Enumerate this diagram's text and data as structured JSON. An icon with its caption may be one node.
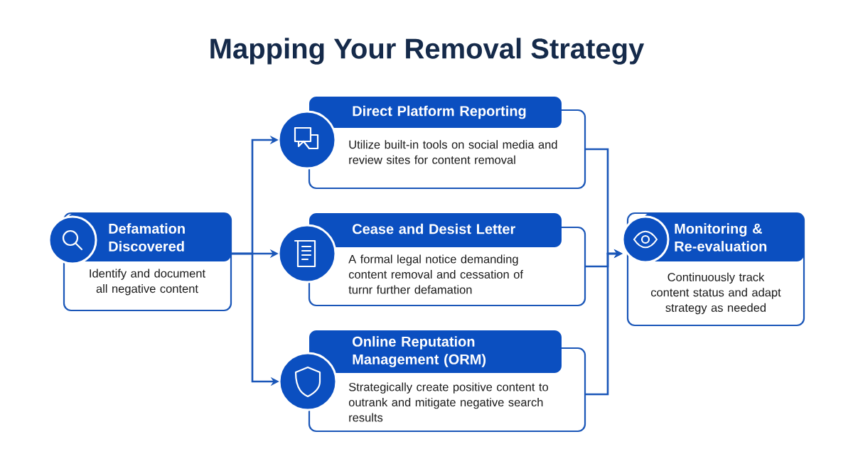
{
  "diagram": {
    "title": "Mapping Your Removal Strategy",
    "nodes": [
      {
        "text": [
          "Defamation Discovered",
          "Identify and document all negative content"
        ]
      },
      {
        "text": [
          "Direct Platform Reporting",
          "Utilize built-in tools on social media and review sites for content removal"
        ]
      },
      {
        "text": [
          "Cease and Desist Letter",
          "A formal legal notice demanding content removal and cessation of turnr further defamation"
        ]
      },
      {
        "text": [
          "Online Reputation Management (ORM)",
          "Strategically create positive content to outrank and mitigate negative search results"
        ]
      },
      {
        "text": [
          "Monitoring & Re-evaluation",
          "Continuously track content status and adapt strategy as needed"
        ]
      }
    ],
    "edges": [
      {
        "from": 0,
        "to": 1,
        "arrow": "to"
      },
      {
        "from": 0,
        "to": 2,
        "arrow": "to"
      },
      {
        "from": 0,
        "to": 3,
        "arrow": "to"
      },
      {
        "from": 1,
        "to": 4,
        "arrow": "to"
      },
      {
        "from": 2,
        "to": 4,
        "arrow": "to"
      },
      {
        "from": 3,
        "to": 4,
        "arrow": "to"
      }
    ]
  }
}
